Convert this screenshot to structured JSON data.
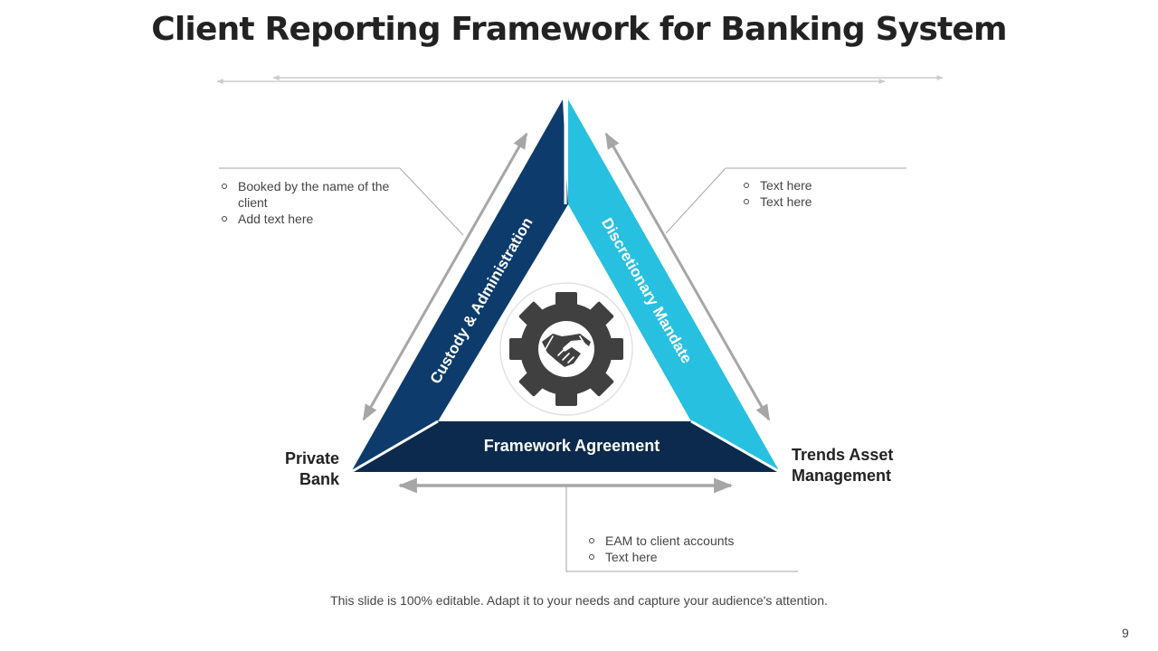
{
  "title": "Client Reporting Framework for Banking System",
  "sides": {
    "left": "Custody & Administration",
    "right": "Discretionary Mandate",
    "bottom": "Framework Agreement"
  },
  "nodes": {
    "left": [
      "Private",
      "Bank"
    ],
    "right": [
      "Trends Asset",
      "Management"
    ]
  },
  "notes": {
    "left": [
      "Booked by the name of the client",
      "Add text here"
    ],
    "right": [
      "Text here",
      "Text here"
    ],
    "bottom": [
      "EAM to client accounts",
      "Text here"
    ]
  },
  "center_icon": "gear-handshake-icon",
  "colors": {
    "left_side": "#0d3b6b",
    "right_side": "#28c0e0",
    "bottom_side": "#0b2a4d",
    "arrows": "#a6a6a6",
    "icon": "#404040"
  },
  "footer": "This slide is 100% editable. Adapt it to your needs and capture your audience's attention.",
  "page_number": "9"
}
